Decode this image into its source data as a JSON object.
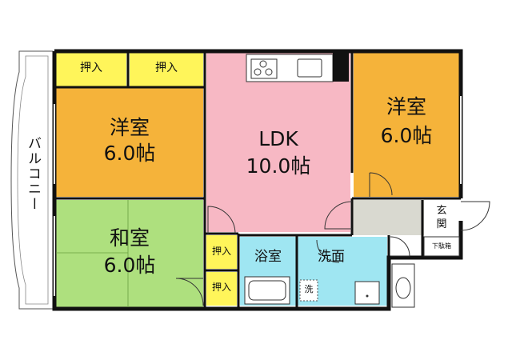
{
  "rooms": {
    "western_room_left": {
      "name": "洋室",
      "size": "6.0帖",
      "color": "#f5b33a"
    },
    "western_room_right": {
      "name": "洋室",
      "size": "6.0帖",
      "color": "#f5b33a"
    },
    "ldk": {
      "name": "LDK",
      "size": "10.0帖",
      "color": "#f7b8c4"
    },
    "japanese_room": {
      "name": "和室",
      "size": "6.0帖",
      "color": "#aee07e"
    },
    "bath": {
      "name": "浴室",
      "color": "#9fe6f2"
    },
    "washroom": {
      "name": "洗面",
      "color": "#9fe6f2"
    },
    "entrance": {
      "name": "玄\n関",
      "color": "#d9d9d0"
    },
    "shoe_box": {
      "name": "下駄箱"
    },
    "balcony": {
      "name": "バルコニー"
    },
    "closet_label": "押入",
    "closet_color": "#fff55a",
    "washer_label": "洗"
  }
}
